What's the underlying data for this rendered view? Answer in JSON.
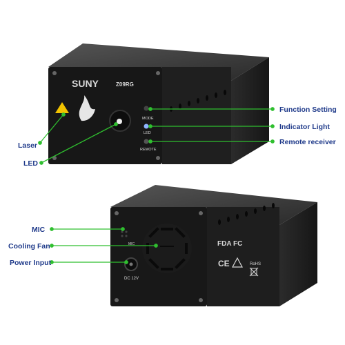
{
  "brand": "SUNY",
  "model": "Z09RG",
  "panel_text": {
    "mode": "MODE",
    "led": "LED",
    "remote": "REMOTE",
    "mic": "MIC",
    "dc": "DC 12V",
    "cert_fda": "FDA",
    "cert_fc": "FC",
    "cert_ce": "CE",
    "cert_rohs": "RoHS"
  },
  "callouts": {
    "function_setting": "Function Setting",
    "indicator_light": "Indicator Light",
    "remote_receiver": "Remote receiver",
    "laser": "Laser",
    "led": "LED",
    "mic": "MIC",
    "cooling_fan": "Cooling Fan",
    "power_input": "Power Input"
  },
  "colors": {
    "callout_line": "#2fbf2f",
    "callout_text": "#1f3a8a",
    "device_body": "#1c1c1c"
  }
}
